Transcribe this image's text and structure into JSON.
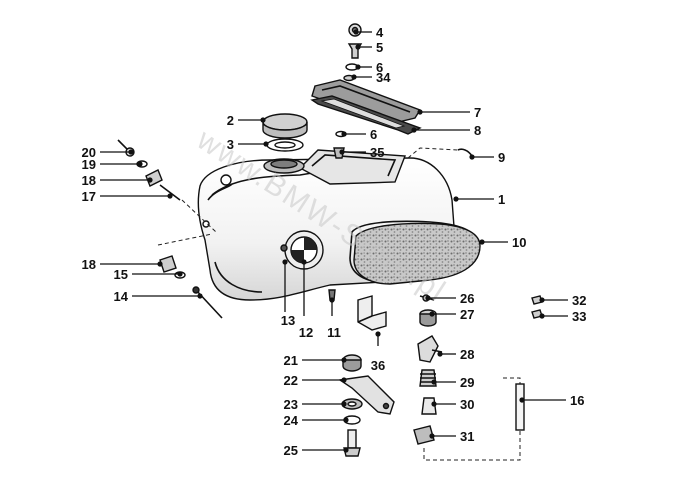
{
  "diagram": {
    "watermark": "www.BMW-Store.pl",
    "colors": {
      "ink": "#111111",
      "paper": "#ffffff",
      "tank_shade": "#8a8a8a",
      "pad_texture": "#9a9a9a",
      "watermark": "#c8c8c8"
    },
    "callouts": [
      {
        "id": "c4",
        "label": "4"
      },
      {
        "id": "c5",
        "label": "5"
      },
      {
        "id": "c6a",
        "label": "6"
      },
      {
        "id": "c34",
        "label": "34"
      },
      {
        "id": "c7",
        "label": "7"
      },
      {
        "id": "c8",
        "label": "8"
      },
      {
        "id": "c6b",
        "label": "6"
      },
      {
        "id": "c35",
        "label": "35"
      },
      {
        "id": "c9",
        "label": "9"
      },
      {
        "id": "c1",
        "label": "1"
      },
      {
        "id": "c10",
        "label": "10"
      },
      {
        "id": "c2",
        "label": "2"
      },
      {
        "id": "c3",
        "label": "3"
      },
      {
        "id": "c20",
        "label": "20"
      },
      {
        "id": "c19",
        "label": "19"
      },
      {
        "id": "c18a",
        "label": "18"
      },
      {
        "id": "c17",
        "label": "17"
      },
      {
        "id": "c18b",
        "label": "18"
      },
      {
        "id": "c15",
        "label": "15"
      },
      {
        "id": "c14",
        "label": "14"
      },
      {
        "id": "c13",
        "label": "13"
      },
      {
        "id": "c12",
        "label": "12"
      },
      {
        "id": "c11",
        "label": "11"
      },
      {
        "id": "c36",
        "label": "36"
      },
      {
        "id": "c26",
        "label": "26"
      },
      {
        "id": "c27",
        "label": "27"
      },
      {
        "id": "c28",
        "label": "28"
      },
      {
        "id": "c29",
        "label": "29"
      },
      {
        "id": "c30",
        "label": "30"
      },
      {
        "id": "c31",
        "label": "31"
      },
      {
        "id": "c32",
        "label": "32"
      },
      {
        "id": "c33",
        "label": "33"
      },
      {
        "id": "c16",
        "label": "16"
      },
      {
        "id": "c21",
        "label": "21"
      },
      {
        "id": "c22",
        "label": "22"
      },
      {
        "id": "c23",
        "label": "23"
      },
      {
        "id": "c24",
        "label": "24"
      },
      {
        "id": "c25",
        "label": "25"
      }
    ]
  }
}
